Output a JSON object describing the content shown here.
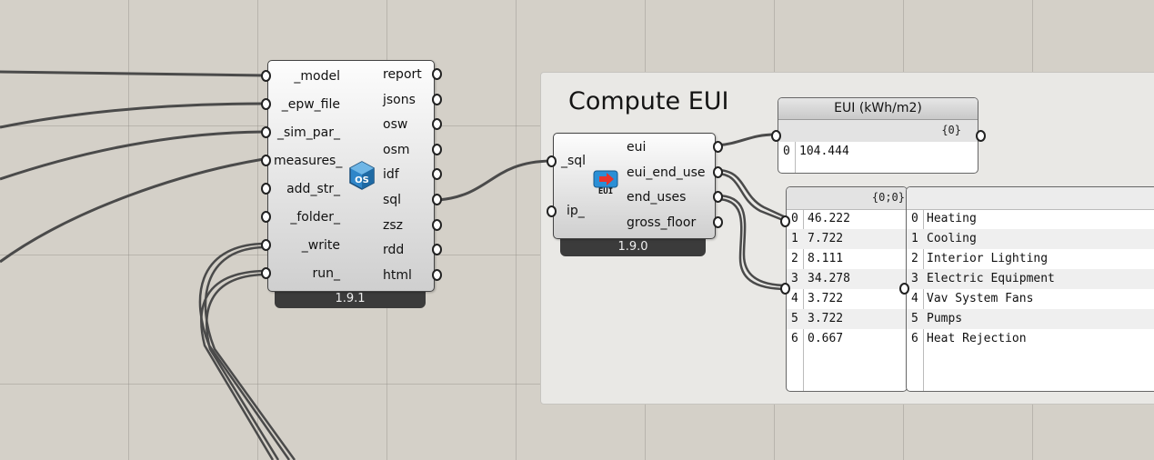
{
  "canvas": {
    "group_title": "Compute EUI"
  },
  "model_to_osm": {
    "inputs": [
      "_model",
      "_epw_file",
      "_sim_par_",
      "measures_",
      "add_str_",
      "_folder_",
      "_write",
      "run_"
    ],
    "outputs": [
      "report",
      "jsons",
      "osw",
      "osm",
      "idf",
      "sql",
      "zsz",
      "rdd",
      "html"
    ],
    "version": "1.9.1",
    "icon": "openstudio-cube-icon"
  },
  "eui_component": {
    "inputs": [
      "_sql",
      "ip_"
    ],
    "outputs": [
      "eui",
      "eui_end_use",
      "end_uses",
      "gross_floor"
    ],
    "version": "1.9.0",
    "icon": "eui-arrow-icon",
    "icon_text": "EUI"
  },
  "eui_panel": {
    "title": "EUI (kWh/m2)",
    "path": "{0}",
    "rows": [
      {
        "index": "0",
        "value": "104.444"
      }
    ]
  },
  "end_use_values_panel": {
    "path": "{0;0}",
    "rows": [
      {
        "index": "0",
        "value": "46.222"
      },
      {
        "index": "1",
        "value": "7.722"
      },
      {
        "index": "2",
        "value": "8.111"
      },
      {
        "index": "3",
        "value": "34.278"
      },
      {
        "index": "4",
        "value": "3.722"
      },
      {
        "index": "5",
        "value": "3.722"
      },
      {
        "index": "6",
        "value": "0.667"
      }
    ]
  },
  "end_use_names_panel": {
    "rows": [
      {
        "index": "0",
        "value": "Heating"
      },
      {
        "index": "1",
        "value": "Cooling"
      },
      {
        "index": "2",
        "value": "Interior Lighting"
      },
      {
        "index": "3",
        "value": "Electric Equipment"
      },
      {
        "index": "4",
        "value": "Vav System Fans"
      },
      {
        "index": "5",
        "value": "Pumps"
      },
      {
        "index": "6",
        "value": "Heat Rejection"
      }
    ]
  }
}
